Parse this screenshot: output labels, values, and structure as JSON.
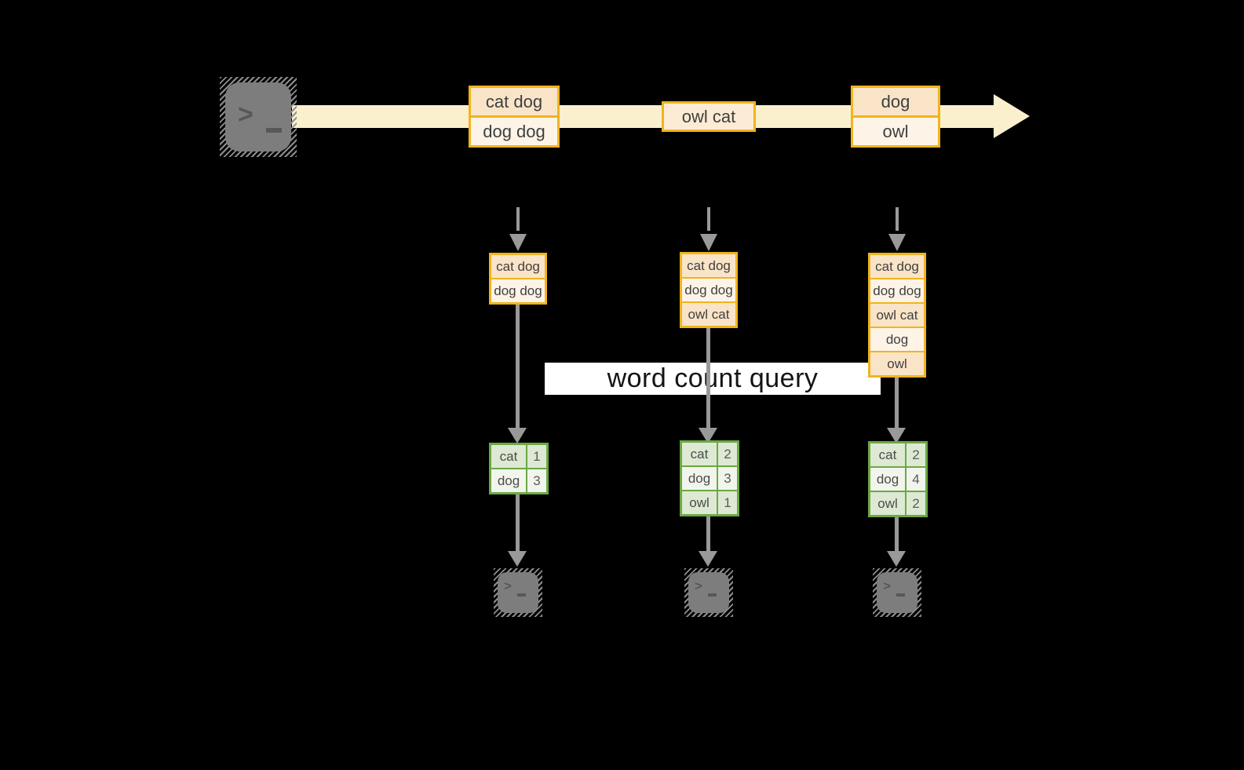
{
  "query_band": {
    "label": "word count query",
    "bg": "#ffffff",
    "text_color": "#141414"
  },
  "terminal": {
    "chevron": ">"
  },
  "colors": {
    "background": "#000000",
    "stream_band": "#FAF0CE",
    "event_border": "#F0B41E",
    "event_fill_dark": "#FAE4C8",
    "event_fill_light": "#FDF4E7",
    "table_border": "#6CA845",
    "table_fill_dark": "#DDE9D3",
    "table_fill_light": "#F1F5EC",
    "arrow_gray": "#999999",
    "terminal_gray": "#7D7D7D"
  },
  "stream": {
    "events": [
      {
        "lines": [
          "cat dog",
          "dog dog"
        ]
      },
      {
        "lines": [
          "owl cat"
        ]
      },
      {
        "lines": [
          "dog",
          "owl"
        ]
      }
    ]
  },
  "columns": [
    {
      "accumulated": [
        "cat dog",
        "dog dog"
      ],
      "counts": [
        {
          "word": "cat",
          "value": "1"
        },
        {
          "word": "dog",
          "value": "3"
        }
      ]
    },
    {
      "accumulated": [
        "cat dog",
        "dog dog",
        "owl cat"
      ],
      "counts": [
        {
          "word": "cat",
          "value": "2"
        },
        {
          "word": "dog",
          "value": "3"
        },
        {
          "word": "owl",
          "value": "1"
        }
      ]
    },
    {
      "accumulated": [
        "cat dog",
        "dog dog",
        "owl cat",
        "dog",
        "owl"
      ],
      "counts": [
        {
          "word": "cat",
          "value": "2"
        },
        {
          "word": "dog",
          "value": "4"
        },
        {
          "word": "owl",
          "value": "2"
        }
      ]
    }
  ]
}
